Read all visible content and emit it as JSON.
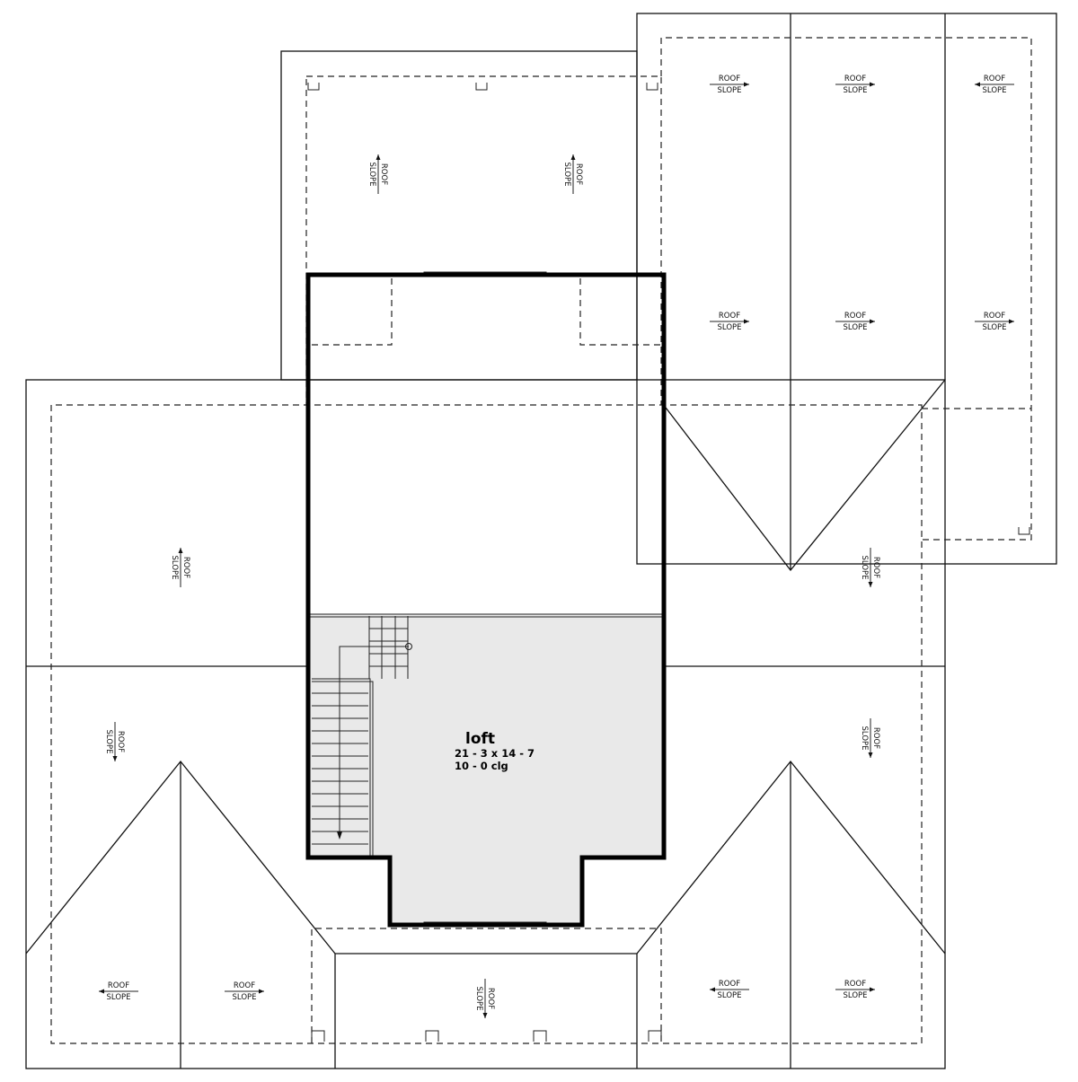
{
  "roof": {
    "slope_label_top": "ROOF",
    "slope_label_bottom": "SLOPE"
  },
  "room": {
    "name": "loft",
    "dimensions": "21 - 3 x 14 - 7",
    "ceiling": "10 - 0  clg"
  },
  "colors": {
    "loft_fill": "#e9e9e9",
    "line": "#111111"
  }
}
